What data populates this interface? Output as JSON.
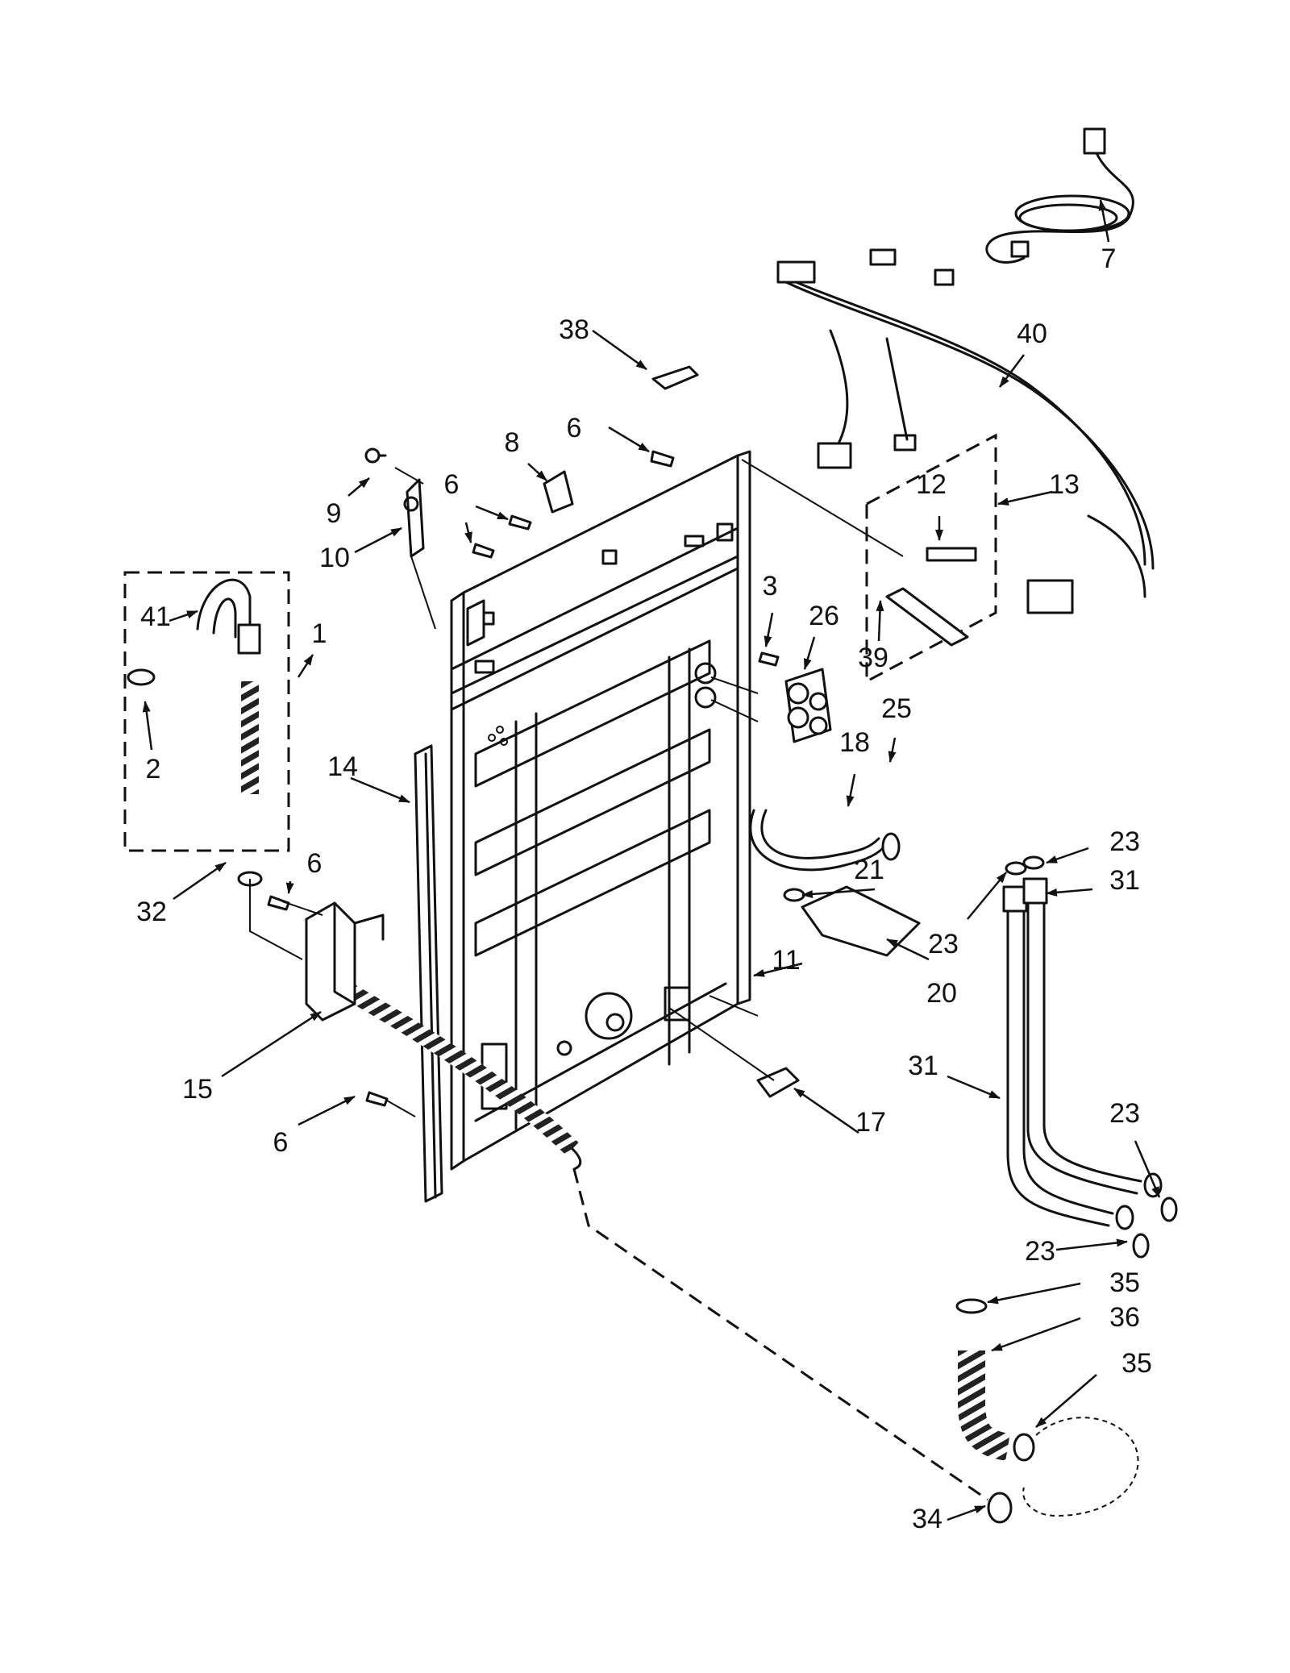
{
  "callouts": {
    "c1": "1",
    "c2": "2",
    "c3": "3",
    "c6a": "6",
    "c6b": "6",
    "c6c": "6",
    "c6d": "6",
    "c7": "7",
    "c8": "8",
    "c9": "9",
    "c10": "10",
    "c11": "11",
    "c12": "12",
    "c13": "13",
    "c14": "14",
    "c15": "15",
    "c17": "17",
    "c18": "18",
    "c20": "20",
    "c21": "21",
    "c23a": "23",
    "c23b": "23",
    "c23c": "23",
    "c23d": "23",
    "c25": "25",
    "c26": "26",
    "c31a": "31",
    "c31b": "31",
    "c32": "32",
    "c34": "34",
    "c35a": "35",
    "c35b": "35",
    "c36": "36",
    "c38": "38",
    "c39": "39",
    "c40": "40",
    "c41": "41"
  },
  "colors": {
    "ink": "#111111",
    "paper": "#ffffff"
  }
}
